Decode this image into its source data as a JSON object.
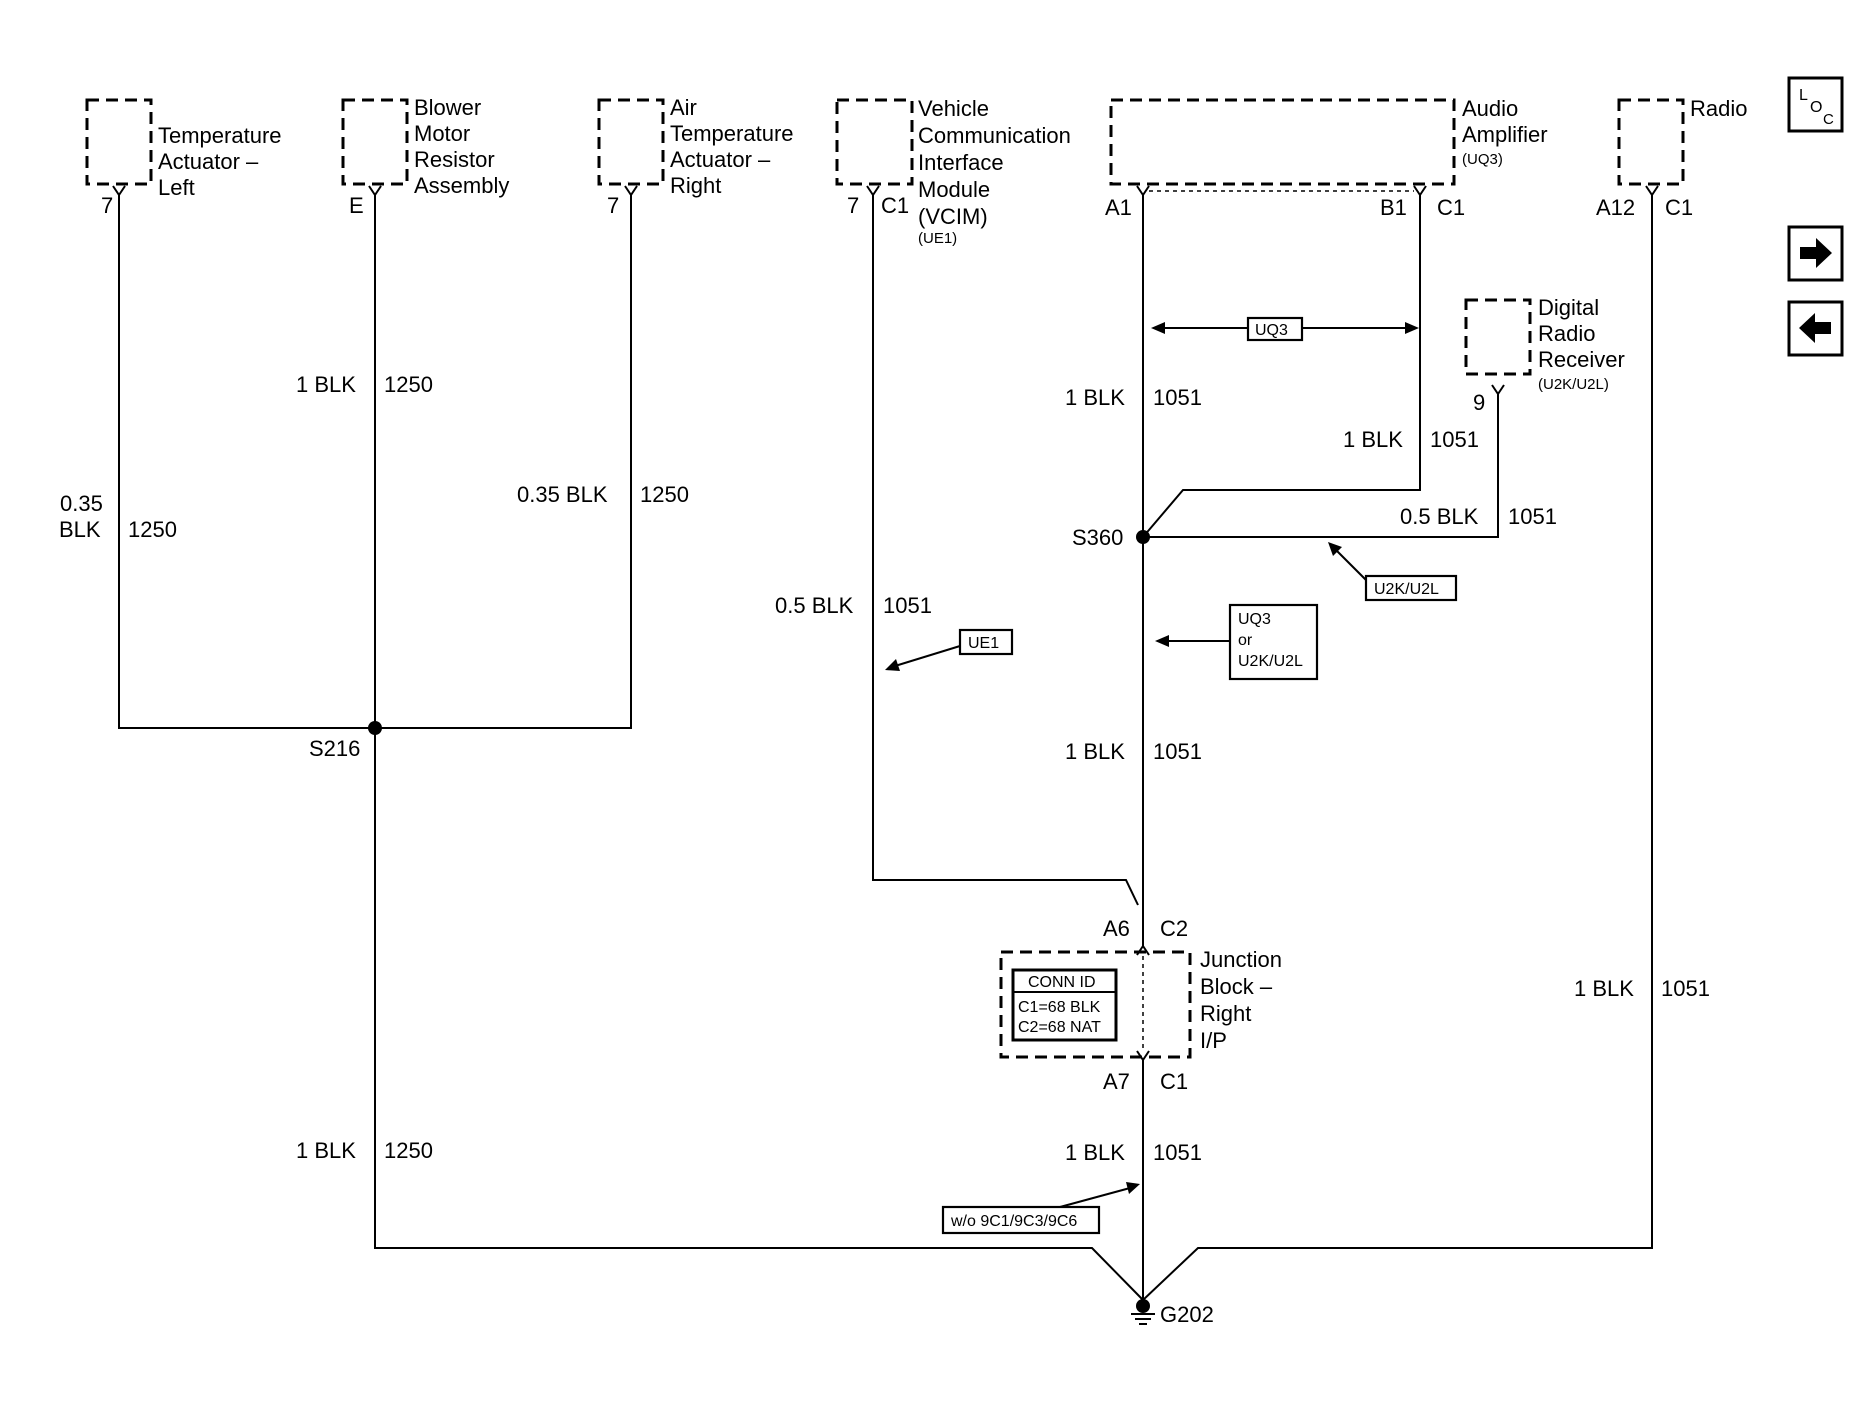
{
  "components": {
    "temp_left": [
      "Temperature",
      "Actuator –",
      "Left"
    ],
    "blower": [
      "Blower",
      "Motor",
      "Resistor",
      "Assembly"
    ],
    "air_temp_right": [
      "Air",
      "Temperature",
      "Actuator –",
      "Right"
    ],
    "vcim": [
      "Vehicle",
      "Communication",
      "Interface",
      "Module",
      "(VCIM)"
    ],
    "vcim_option": "(UE1)",
    "audio_amp": [
      "Audio",
      "Amplifier"
    ],
    "audio_amp_option": "(UQ3)",
    "radio": "Radio",
    "digital_radio": [
      "Digital",
      "Radio",
      "Receiver"
    ],
    "digital_radio_option": "(U2K/U2L)",
    "junction_block": [
      "Junction",
      "Block –",
      "Right",
      "I/P"
    ]
  },
  "pins": {
    "temp_left": "7",
    "blower": "E",
    "air_temp_right": "7",
    "vcim_pin": "7",
    "vcim_conn": "C1",
    "amp_a1": "A1",
    "amp_b1": "B1",
    "amp_c1": "C1",
    "radio_pin": "A12",
    "radio_conn": "C1",
    "digital_radio_pin": "9",
    "jb_top_pin": "A6",
    "jb_top_conn": "C2",
    "jb_bottom_pin": "A7",
    "jb_bottom_conn": "C1"
  },
  "wires": {
    "blower_gauge": "1 BLK",
    "blower_circuit": "1250",
    "temp_left_gauge_1": "0.35",
    "temp_left_gauge_2": "BLK",
    "temp_left_circuit": "1250",
    "air_temp_gauge": "0.35 BLK",
    "air_temp_circuit": "1250",
    "vcim_gauge": "0.5 BLK",
    "vcim_circuit": "1051",
    "amp_a1_gauge": "1 BLK",
    "amp_a1_circuit": "1051",
    "amp_b1_gauge": "1 BLK",
    "amp_b1_circuit": "1051",
    "digital_radio_gauge": "0.5 BLK",
    "digital_radio_circuit": "1051",
    "s360_lower_gauge": "1 BLK",
    "s360_lower_circuit": "1051",
    "radio_gauge": "1 BLK",
    "radio_circuit": "1051",
    "jb_lower_gauge": "1 BLK",
    "jb_lower_circuit": "1051",
    "s216_lower_gauge": "1 BLK",
    "s216_lower_circuit": "1250"
  },
  "splices": {
    "s216": "S216",
    "s360": "S360"
  },
  "ground": "G202",
  "options": {
    "uq3": "UQ3",
    "ue1": "UE1",
    "u2k": "U2K/U2L",
    "uq3_or_1": "UQ3",
    "uq3_or_2": "or",
    "uq3_or_3": "U2K/U2L",
    "wo": "w/o 9C1/9C3/9C6"
  },
  "conn_id": {
    "title": "CONN ID",
    "c1": "C1=68 BLK",
    "c2": "C2=68 NAT"
  },
  "nav": {
    "loc_l": "L",
    "loc_o": "O",
    "loc_c": "C",
    "forward_icon": "right-arrow-icon",
    "back_icon": "left-arrow-icon"
  }
}
